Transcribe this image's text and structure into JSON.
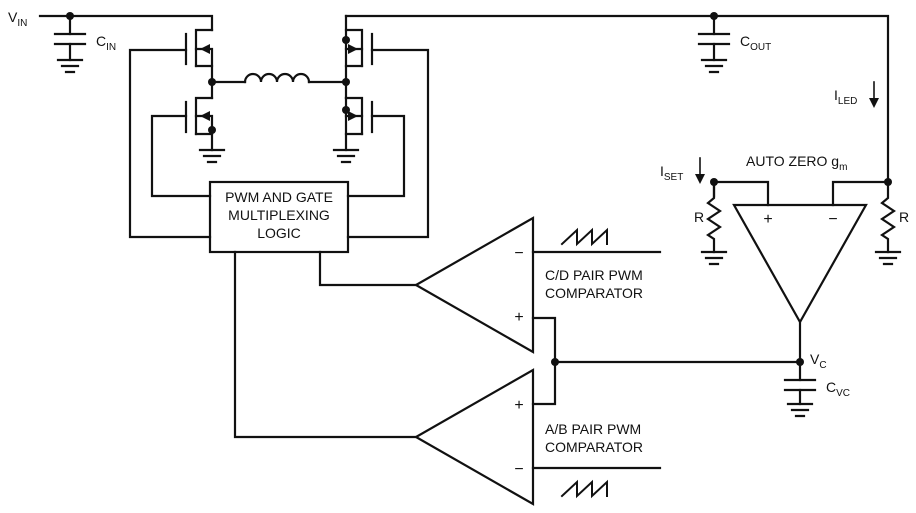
{
  "labels": {
    "vin": "V",
    "vin_sub": "IN",
    "cin": "C",
    "cin_sub": "IN",
    "cout": "C",
    "cout_sub": "OUT",
    "iled": "I",
    "iled_sub": "LED",
    "iset": "I",
    "iset_sub": "SET",
    "autozero": "AUTO ZERO g",
    "autozero_sub": "m",
    "r_left": "R",
    "r_right": "R",
    "vc": "V",
    "vc_sub": "C",
    "cvc": "C",
    "cvc_sub": "VC",
    "logic_line1": "PWM AND GATE",
    "logic_line2": "MULTIPLEXING",
    "logic_line3": "LOGIC",
    "cd_line1": "C/D PAIR PWM",
    "cd_line2": "COMPARATOR",
    "ab_line1": "A/B PAIR PWM",
    "ab_line2": "COMPARATOR",
    "plus": "+",
    "minus": "−"
  },
  "colors": {
    "ink": "#111111",
    "background": "#ffffff"
  }
}
